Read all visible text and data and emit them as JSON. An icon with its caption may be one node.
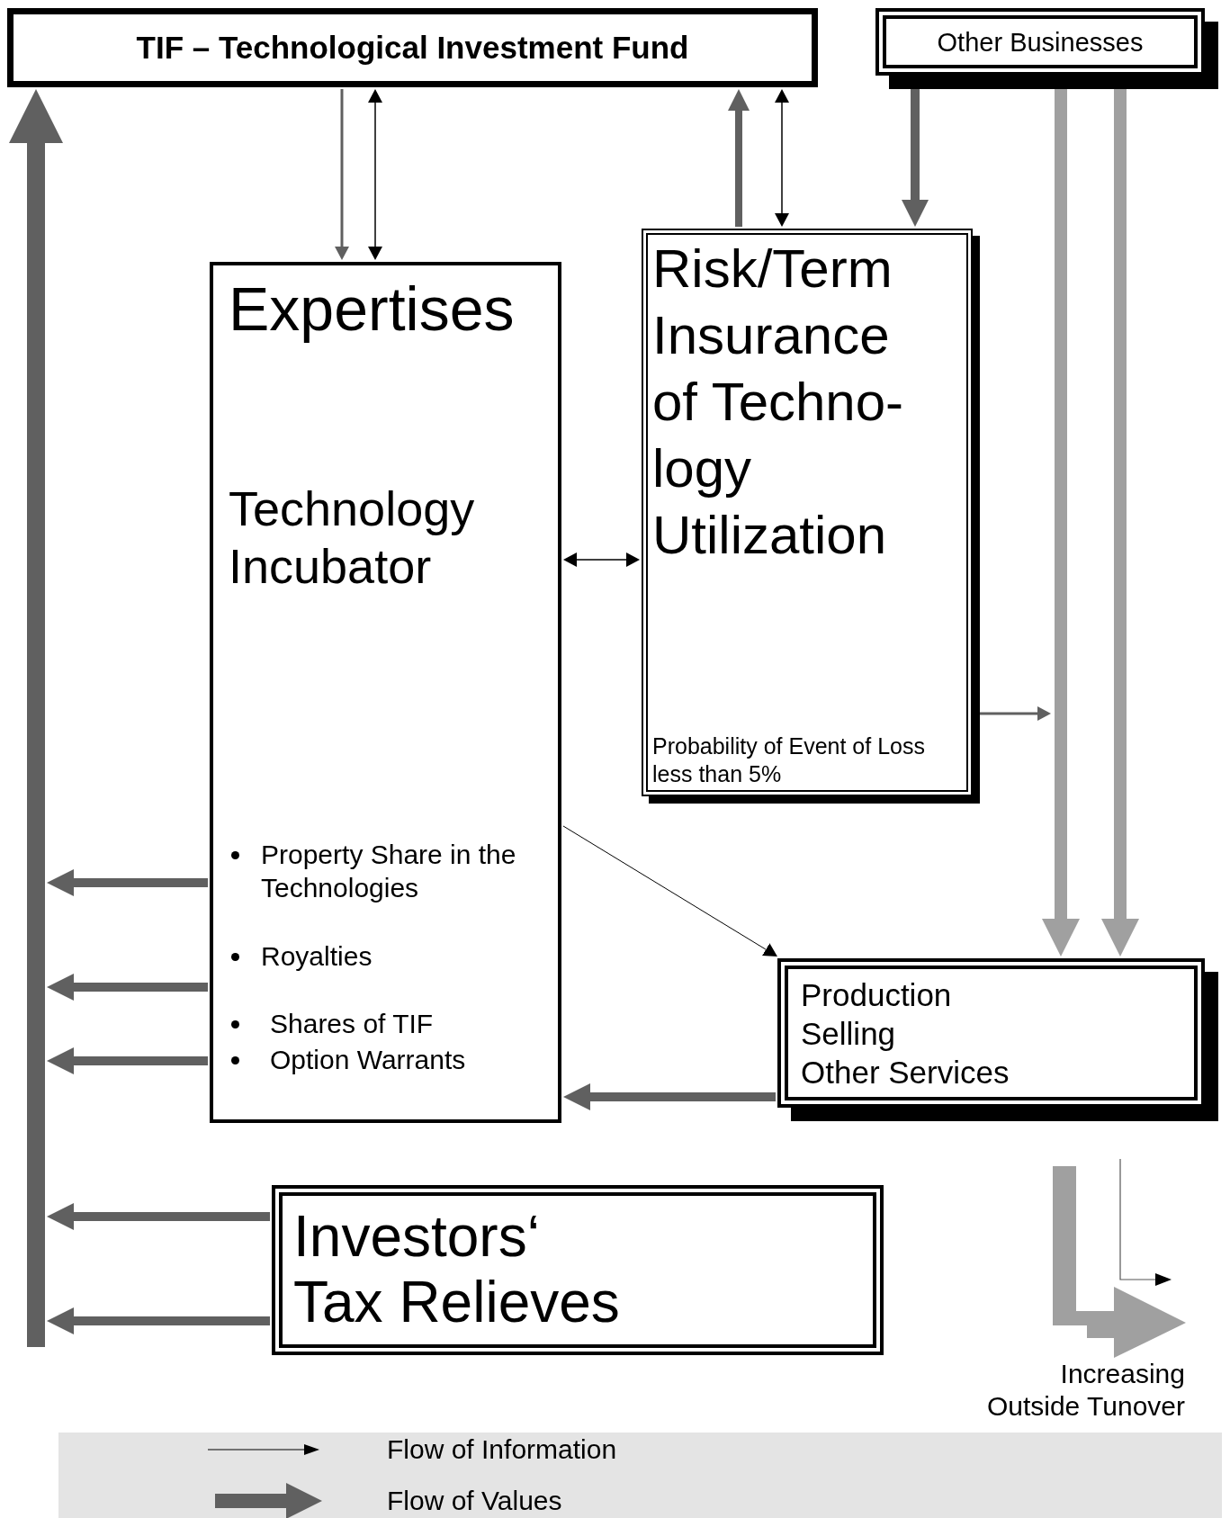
{
  "diagram": {
    "nodes": [
      {
        "text": [
          "TIF – Technological Investment Fund"
        ]
      },
      {
        "text": [
          "Other Businesses"
        ]
      },
      {
        "text": [
          "Expertises",
          "Technology Incubator",
          "Property Share in the Technologies",
          "Royalties",
          "Shares of TIF",
          "Option Warrants"
        ]
      },
      {
        "text": [
          "Risk/Term Insurance of Techno- logy Utilization",
          "Probability of Event of Loss less than 5%"
        ]
      },
      {
        "text": [
          "Production",
          "Selling",
          "Other Services"
        ]
      },
      {
        "text": [
          "Investors‘",
          "Tax Relieves"
        ]
      }
    ],
    "edges": [
      {
        "from": 0,
        "to": 2,
        "arrow": "to"
      },
      {
        "from": 0,
        "to": 2,
        "arrow": "both",
        "color": "#000000"
      },
      {
        "from": 3,
        "to": 0,
        "arrow": "to"
      },
      {
        "from": 0,
        "to": 3,
        "arrow": "both",
        "color": "#000000"
      },
      {
        "from": 1,
        "to": 3,
        "arrow": "to"
      },
      {
        "from": null,
        "to": 0,
        "arrow": "to",
        "style": "thick"
      },
      {
        "from": 1,
        "to": 4,
        "arrow": "to",
        "color": "#a0a0a0"
      },
      {
        "from": 1,
        "to": 4,
        "arrow": "to",
        "color": "#a0a0a0"
      },
      {
        "from": 2,
        "to": 3,
        "arrow": "both",
        "color": "#000000"
      },
      {
        "from": 3,
        "to": null,
        "arrow": "to"
      },
      {
        "from": 2,
        "to": null,
        "arrow": "to"
      },
      {
        "from": 2,
        "to": 4,
        "arrow": "to",
        "color": "#000000"
      },
      {
        "from": 2,
        "to": null,
        "arrow": "to"
      },
      {
        "from": 2,
        "to": null,
        "arrow": "to"
      },
      {
        "from": 4,
        "to": 2,
        "arrow": "to"
      },
      {
        "from": 5,
        "to": null,
        "arrow": "to"
      },
      {
        "from": 5,
        "to": null,
        "arrow": "to"
      }
    ],
    "labels": [
      "Increasing",
      "Outside Tunover"
    ],
    "legend": [
      {
        "text": "Flow of Information"
      },
      {
        "text": "Flow of Values"
      }
    ]
  }
}
